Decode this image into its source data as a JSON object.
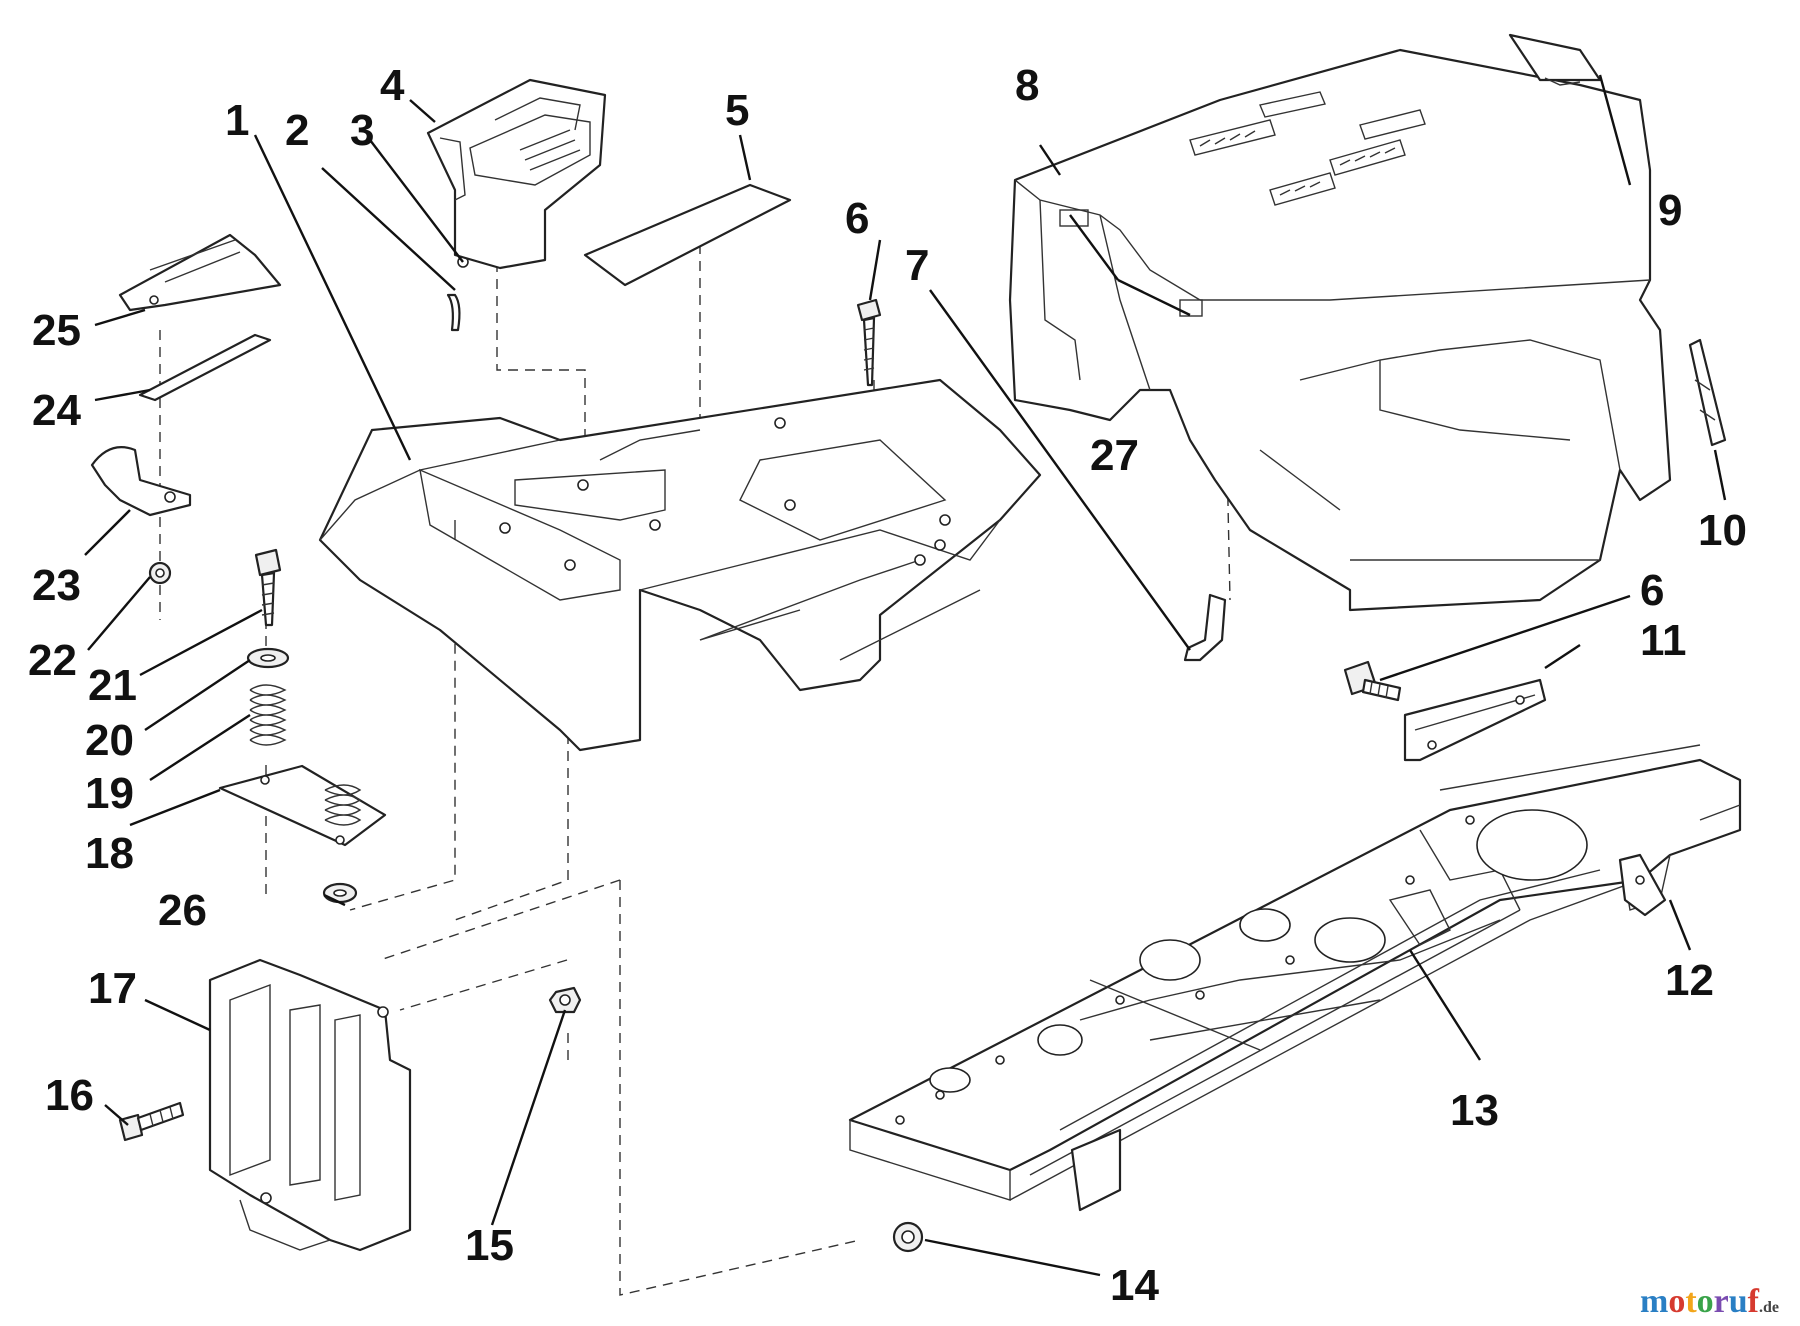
{
  "callouts": [
    "1",
    "2",
    "3",
    "4",
    "5",
    "6",
    "7",
    "8",
    "9",
    "10",
    "11",
    "12",
    "13",
    "14",
    "15",
    "16",
    "17",
    "18",
    "19",
    "20",
    "21",
    "22",
    "23",
    "24",
    "25",
    "26",
    "27",
    "6"
  ],
  "watermark": {
    "brand": "motoruf",
    "tld": ".de",
    "colors": [
      "#2a7fc4",
      "#d63a2f",
      "#f2a51a",
      "#3aa34a",
      "#7a4bb0",
      "#2a7fc4",
      "#d63a2f"
    ]
  }
}
